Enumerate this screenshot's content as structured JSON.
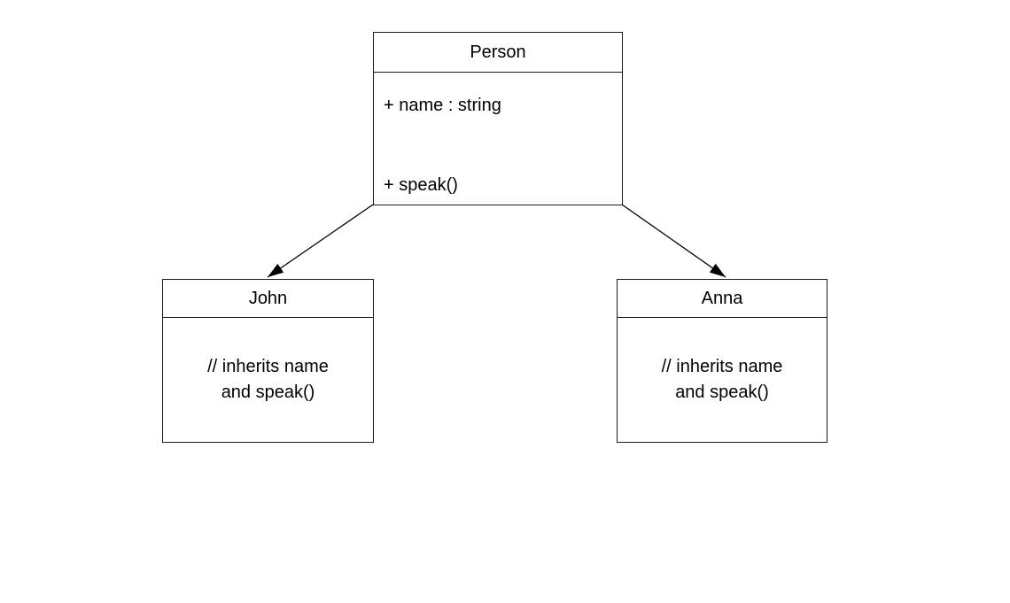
{
  "diagram": {
    "type": "uml-class-diagram",
    "background_color": "#ffffff",
    "line_color": "#000000",
    "text_color": "#000000",
    "nodes": [
      {
        "id": "person",
        "title": "Person",
        "attributes": [
          "+ name : string"
        ],
        "methods": [
          "+ speak()"
        ]
      },
      {
        "id": "john",
        "title": "John",
        "note_lines": [
          "// inherits name",
          "and speak()"
        ]
      },
      {
        "id": "anna",
        "title": "Anna",
        "note_lines": [
          "// inherits name",
          "and speak()"
        ]
      }
    ],
    "edges": [
      {
        "from": "person",
        "to": "john",
        "style": "solid-line-filled-arrow",
        "direction": "person-to-john"
      },
      {
        "from": "person",
        "to": "anna",
        "style": "solid-line-filled-arrow",
        "direction": "person-to-anna"
      }
    ]
  }
}
